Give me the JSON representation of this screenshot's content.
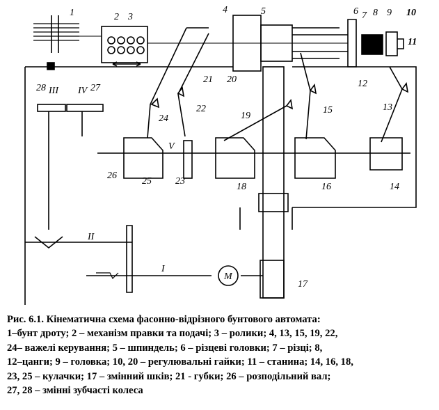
{
  "labels": {
    "n1": "1",
    "n2": "2",
    "n3": "3",
    "n4": "4",
    "n5": "5",
    "n6": "6",
    "n7": "7",
    "n8": "8",
    "n9": "9",
    "n10": "10",
    "n11": "11",
    "n12": "12",
    "n13": "13",
    "n14": "14",
    "n15": "15",
    "n16": "16",
    "n17": "17",
    "n18": "18",
    "n19": "19",
    "n20": "20",
    "n21": "21",
    "n22": "22",
    "n23": "23",
    "n24": "24",
    "n25": "25",
    "n26": "26",
    "n27": "27",
    "n28": "28"
  },
  "shafts": {
    "I": "I",
    "II": "II",
    "III": "III",
    "IV": "IV",
    "V": "V"
  },
  "motor": "M",
  "caption": {
    "line1": "Рис.  6.1.   Кінематична  схема  фасонно-відрізного  бунтового  автомата:",
    "line2": "1–бунт дроту; 2 – механізм правки та подачі; 3 – ролики; 4, 13, 15, 19, 22,",
    "line3": "24– важелі керування; 5 – шпиндель; 6 – різцеві  головки;  7  – різці;  8,",
    "line4": "12–цанги; 9 – головка; 10, 20 – регулювальні гайки; 11 – станина; 14, 16, 18,",
    "line5": "23, 25 – кулачки; 17 –  змінний  шків;  21 - губки;  26  –  розподільний  вал;",
    "line6": "27,  28 – змінні зубчасті колеса"
  }
}
